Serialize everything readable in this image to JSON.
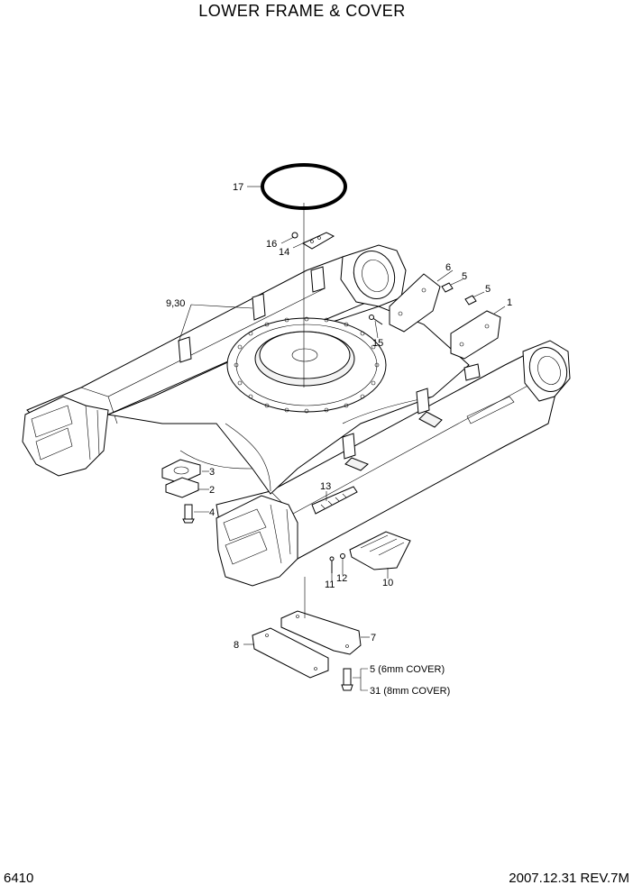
{
  "header": {
    "title": "LOWER FRAME & COVER"
  },
  "footer": {
    "page_number": "6410",
    "revision": "2007.12.31  REV.7M"
  },
  "callouts": {
    "c17": "17",
    "c16": "16",
    "c14": "14",
    "c6": "6",
    "c5a": "5",
    "c5b": "5",
    "c1": "1",
    "c930": "9,30",
    "c15": "15",
    "c3": "3",
    "c2": "2",
    "c4": "4",
    "c13": "13",
    "c12": "12",
    "c11": "11",
    "c10": "10",
    "c7": "7",
    "c8": "8",
    "c5cover": "5 (6mm COVER)",
    "c31cover": "31 (8mm COVER)"
  }
}
